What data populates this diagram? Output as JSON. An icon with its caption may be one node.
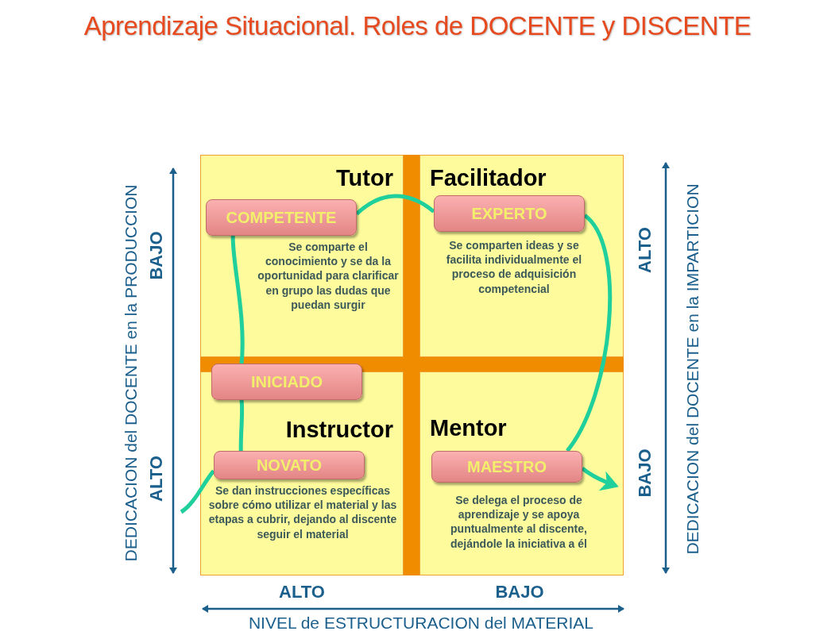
{
  "diagram": {
    "title": "Aprendizaje Situacional. Roles de DOCENTE y DISCENTE",
    "nodes": [
      {
        "text": [
          "Tutor",
          "Se comparte el conocimiento y se da la oportunidad para clarificar en grupo las dudas que puedan surgir"
        ]
      },
      {
        "text": [
          "COMPETENTE"
        ],
        "in": 0
      },
      {
        "text": [
          "Facilitador",
          "Se comparten ideas y se facilita individualmente el proceso de adquisición competencial"
        ]
      },
      {
        "text": [
          "EXPERTO"
        ],
        "in": 2
      },
      {
        "text": [
          "INICIADO"
        ]
      },
      {
        "text": [
          "Instructor",
          "Se dan instrucciones específicas sobre cómo utilizar el material y las etapas a cubrir, dejando al discente seguir el material"
        ]
      },
      {
        "text": [
          "NOVATO"
        ],
        "in": 5
      },
      {
        "text": [
          "Mentor",
          "Se delega el proceso de aprendizaje y se apoya puntualmente al discente, dejándole la iniciativa a él"
        ]
      },
      {
        "text": [
          "MAESTRO"
        ],
        "in": 7
      }
    ],
    "edges": [
      {
        "from": null,
        "to": 6,
        "arrow": "none"
      },
      {
        "from": 6,
        "to": 4,
        "arrow": "none"
      },
      {
        "from": 4,
        "to": 1,
        "arrow": "none"
      },
      {
        "from": 1,
        "to": 3,
        "arrow": "none"
      },
      {
        "from": 3,
        "to": 8,
        "arrow": "none"
      },
      {
        "from": 8,
        "to": null,
        "arrow": "to"
      }
    ],
    "labels": [
      "DEDICACION del DOCENTE en la PRODUCCION",
      "BAJO",
      "ALTO",
      "ALTO",
      "BAJO",
      "DEDICACION del DOCENTE en la IMPARTICION",
      "ALTO",
      "BAJO",
      "NIVEL de ESTRUCTURACION del MATERIAL"
    ]
  }
}
